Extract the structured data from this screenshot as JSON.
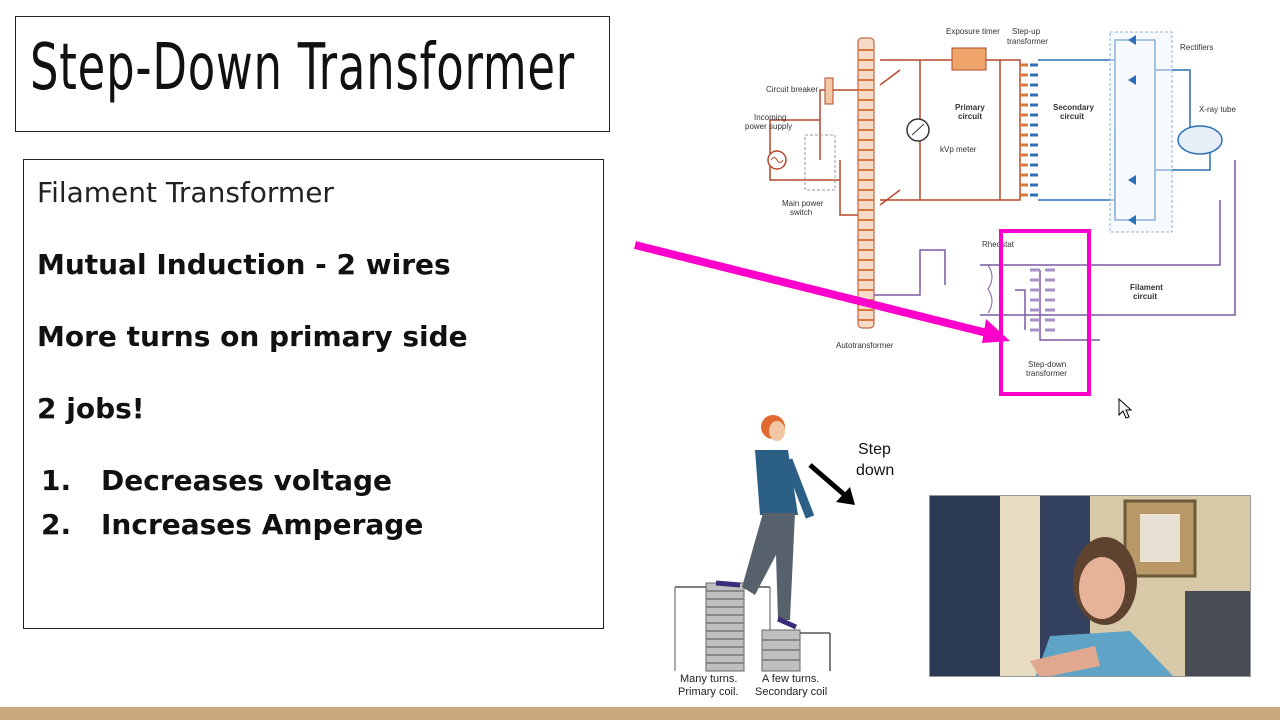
{
  "slide": {
    "title": "Step-Down Transformer",
    "subtitle": "Filament Transformer",
    "points": [
      "Mutual Induction - 2 wires",
      "More turns on primary side",
      "2 jobs!"
    ],
    "list": [
      {
        "num": "1.",
        "text": "Decreases voltage"
      },
      {
        "num": "2.",
        "text": "Increases Amperage"
      }
    ]
  },
  "circuit": {
    "labels": {
      "exposure_timer": "Exposure timer",
      "stepup_1": "Step-up",
      "stepup_2": "transformer",
      "rectifiers": "Rectifiers",
      "circuit_breaker": "Circuit breaker",
      "incoming_1": "Incoming",
      "incoming_2": "power supply",
      "primary_1": "Primary",
      "primary_2": "circuit",
      "secondary_1": "Secondary",
      "secondary_2": "circuit",
      "xray": "X-ray tube",
      "kvp": "kVp meter",
      "main_switch_1": "Main power",
      "main_switch_2": "switch",
      "rheostat": "Rheostat",
      "filament_1": "Filament",
      "filament_2": "circuit",
      "autotransformer": "Autotransformer",
      "stepdown_1": "Step-down",
      "stepdown_2": "transformer"
    }
  },
  "figure": {
    "step_1": "Step",
    "step_2": "down",
    "left_1": "Many turns.",
    "left_2": "Primary coil.",
    "right_1": "A few turns.",
    "right_2": "Secondary coil"
  },
  "colors": {
    "highlight": "#ff00cc",
    "primary_wire": "#b5482a",
    "secondary_wire": "#2d6fb6",
    "filament_wire": "#7d5aa6",
    "bottom_bar": "#c9a87c"
  }
}
